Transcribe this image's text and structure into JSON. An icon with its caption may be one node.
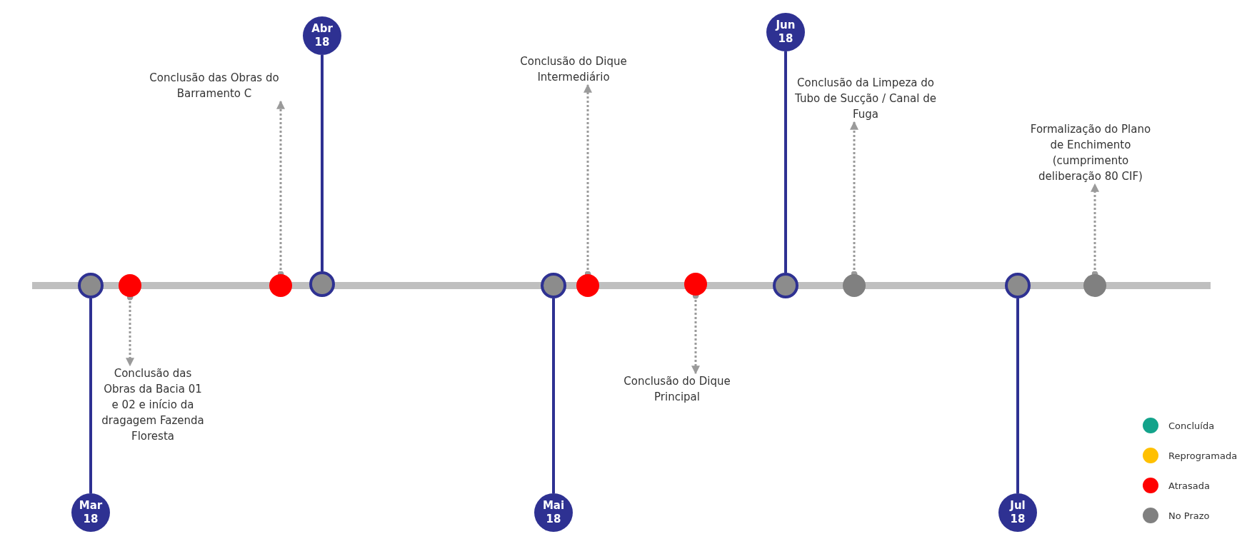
{
  "diagram": {
    "nodes": [
      {
        "text": [
          "Mar 18"
        ]
      },
      {
        "text": [],
        "shape": "circle"
      },
      {
        "text": [],
        "shape": "circle"
      },
      {
        "text": [
          "Conclusão das Obras da Bacia 01 e 02 e início da dragagem Fazenda Floresta"
        ]
      },
      {
        "text": [
          "Conclusão das Obras do Barramento C"
        ]
      },
      {
        "text": [],
        "shape": "circle"
      },
      {
        "text": [],
        "shape": "circle"
      },
      {
        "text": [
          "Abr 18"
        ]
      },
      {
        "text": [],
        "shape": "circle"
      },
      {
        "text": [
          "Mai 18"
        ]
      },
      {
        "text": [
          "Conclusão do Dique Intermediário"
        ]
      },
      {
        "text": [],
        "shape": "circle"
      },
      {
        "text": [],
        "shape": "circle"
      },
      {
        "text": [
          "Conclusão do Dique Principal"
        ]
      },
      {
        "text": [
          "Jun 18"
        ]
      },
      {
        "text": [],
        "shape": "circle"
      },
      {
        "text": [
          "Conclusão da Limpeza do Tubo de Sucção / Canal de Fuga"
        ]
      },
      {
        "text": [],
        "shape": "circle"
      },
      {
        "text": [],
        "shape": "circle"
      },
      {
        "text": [
          "Jul 18"
        ]
      },
      {
        "text": [
          "Formalização do Plano de Enchimento (cumprimento deliberação 80 CIF)"
        ]
      },
      {
        "text": [],
        "shape": "circle"
      }
    ],
    "edges": [
      {
        "from": 1,
        "to": 0,
        "arrow": "none",
        "color": "#2e3192"
      },
      {
        "from": 2,
        "to": 3,
        "arrow": "to",
        "style": "dashed"
      },
      {
        "from": 5,
        "to": 4,
        "arrow": "to",
        "style": "dashed"
      },
      {
        "from": 6,
        "to": 7,
        "arrow": "none",
        "color": "#2e3192"
      },
      {
        "from": 8,
        "to": 9,
        "arrow": "none",
        "color": "#2e3192"
      },
      {
        "from": 11,
        "to": 10,
        "arrow": "to",
        "style": "dashed"
      },
      {
        "from": 12,
        "to": 13,
        "arrow": "to",
        "style": "dashed"
      },
      {
        "from": 15,
        "to": 14,
        "arrow": "none",
        "color": "#2e3192"
      },
      {
        "from": 17,
        "to": 16,
        "arrow": "to",
        "style": "dashed"
      },
      {
        "from": 18,
        "to": 19,
        "arrow": "none",
        "color": "#2e3192"
      },
      {
        "from": 21,
        "to": 20,
        "arrow": "to",
        "style": "dashed"
      }
    ],
    "legend": [
      {
        "text": "Concluída",
        "color": "#13a38b"
      },
      {
        "text": "Reprogramada",
        "color": "#ffc000"
      },
      {
        "text": "Atrasada",
        "color": "#ff0000"
      },
      {
        "text": "No Prazo",
        "color": "#808080"
      }
    ]
  }
}
